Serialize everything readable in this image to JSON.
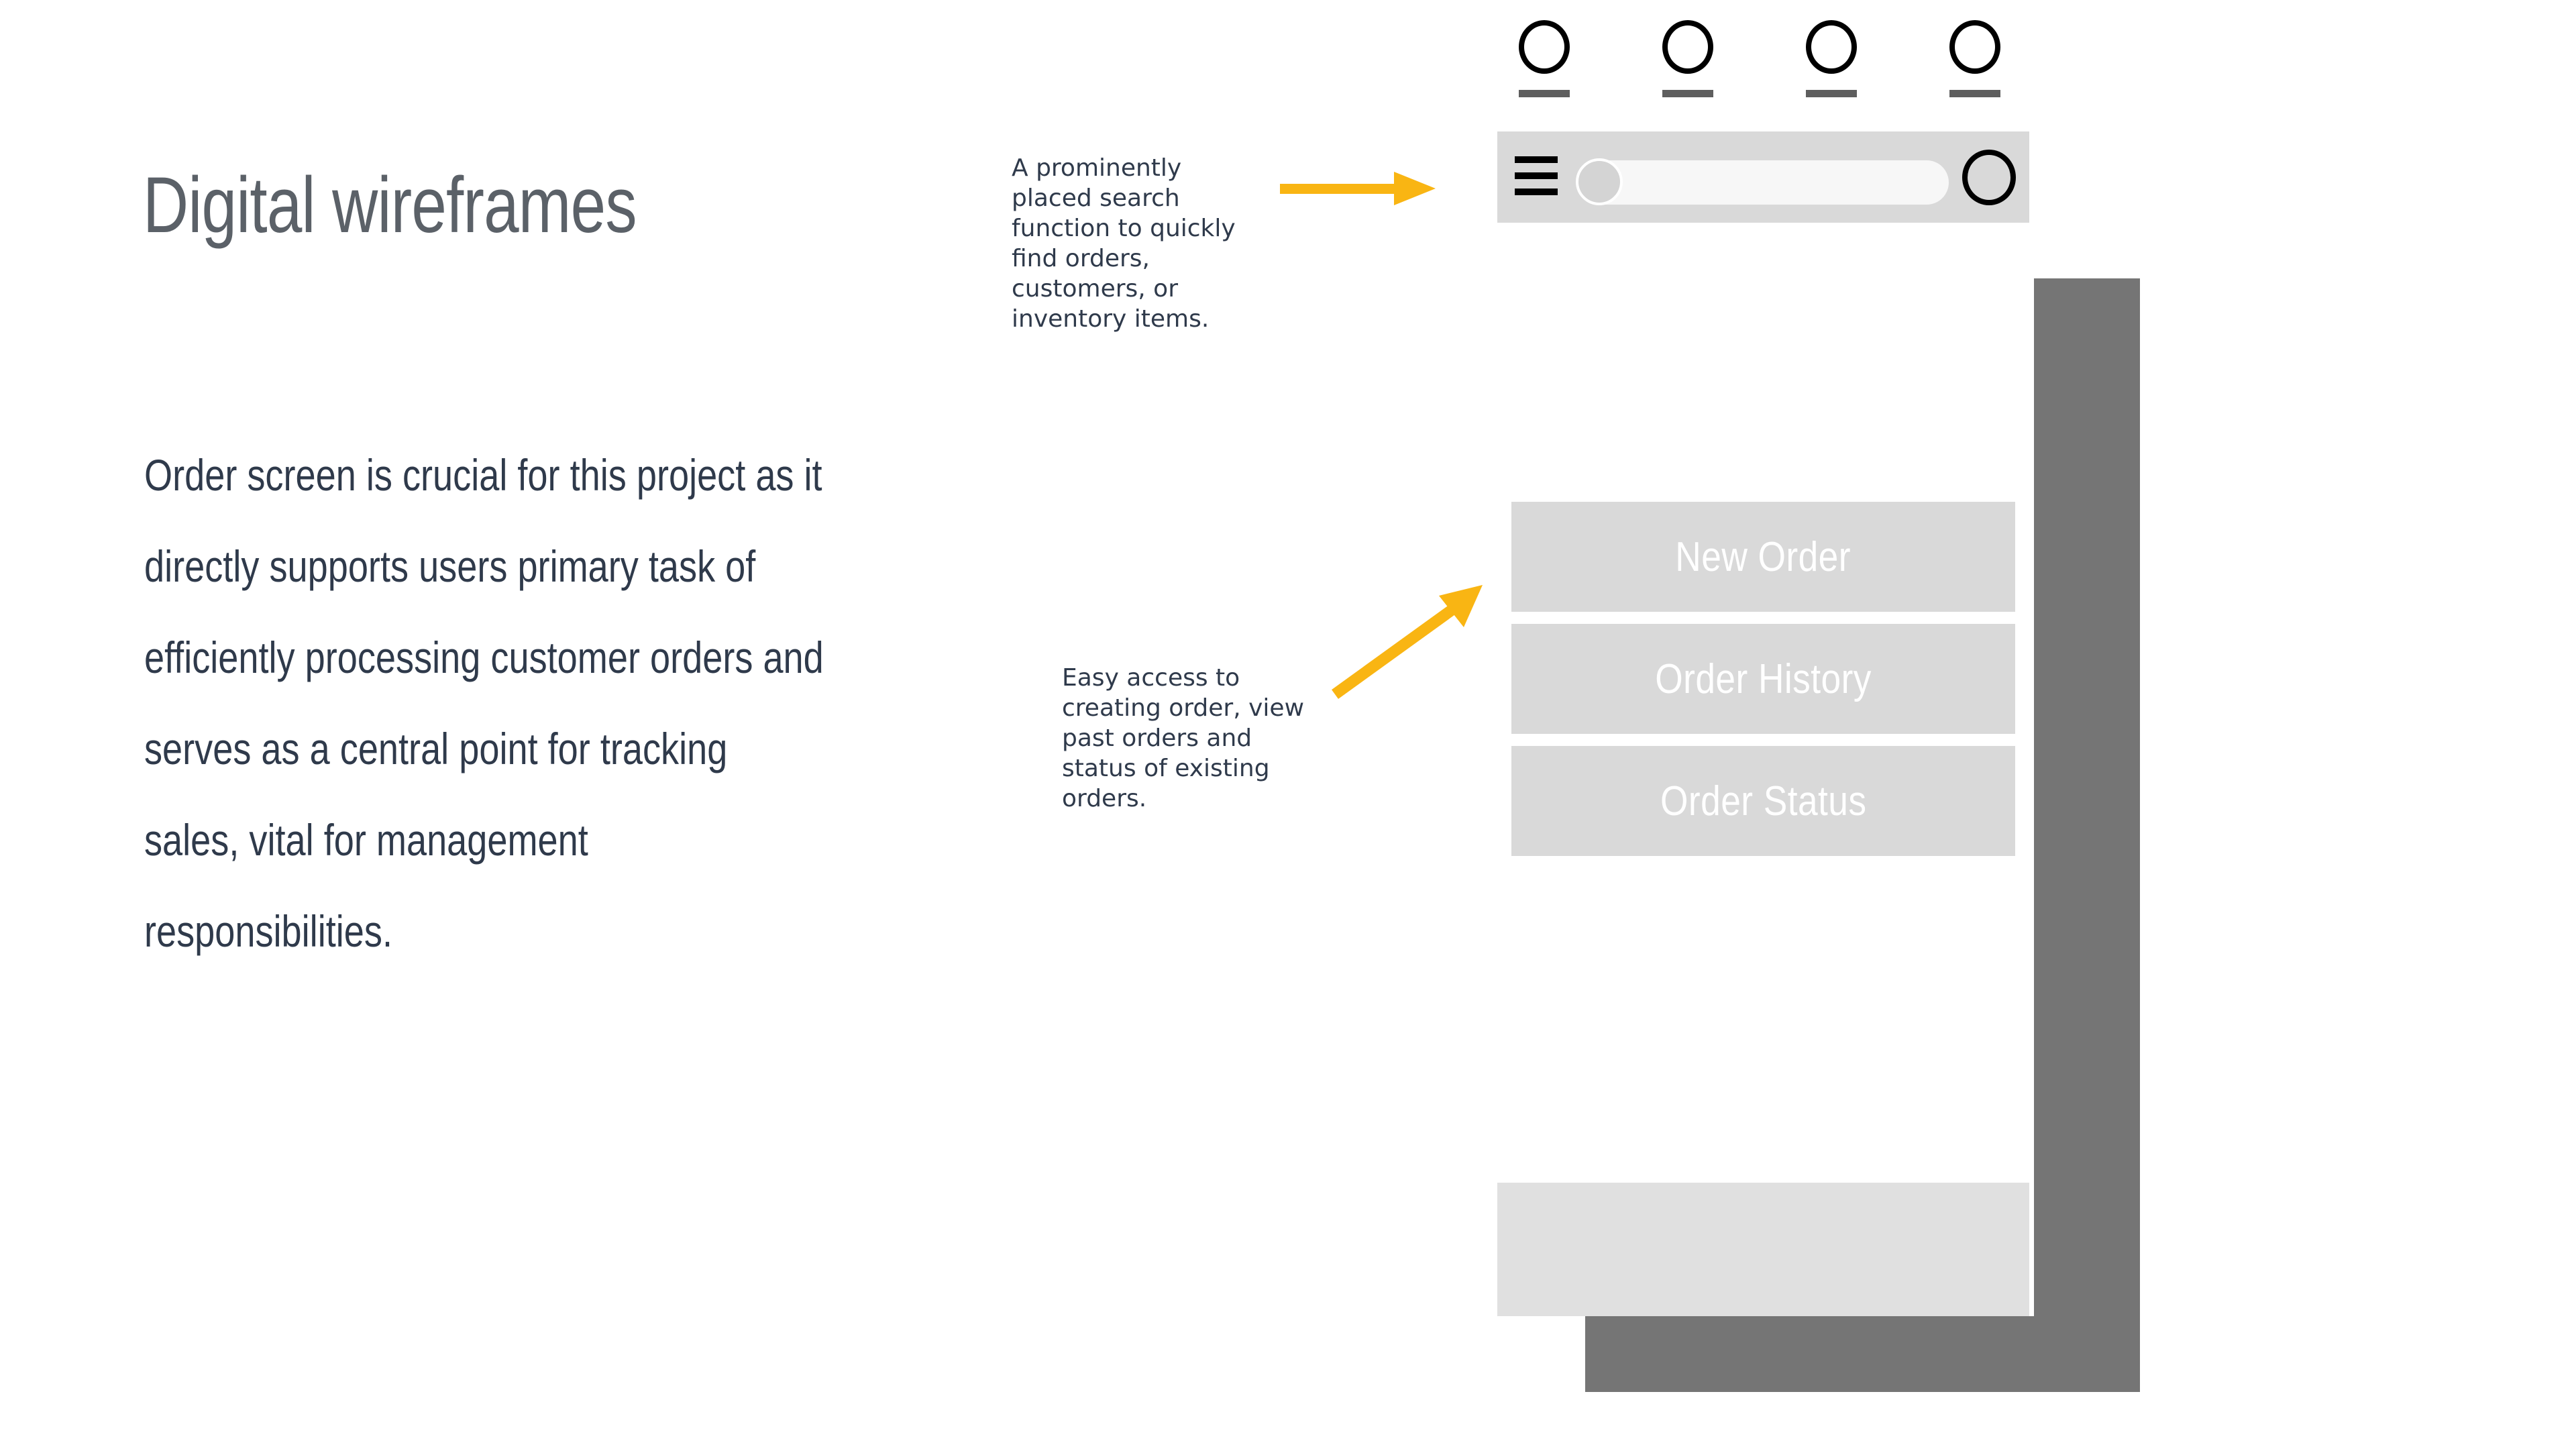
{
  "slide": {
    "title": "Digital wireframes",
    "body": "Order screen is crucial for this project as it directly supports users primary task of efficiently processing customer orders and serves as a central point for tracking sales, vital for management responsibilities."
  },
  "annotations": [
    {
      "id": "search-annotation",
      "text": "A prominently placed search function to quickly find orders, customers, or inventory items.",
      "arrow": "arrow-right-icon"
    },
    {
      "id": "orders-annotation",
      "text": "Easy access to creating order, view past orders and status of existing orders.",
      "arrow": "arrow-up-right-icon"
    }
  ],
  "wireframe": {
    "header": {
      "menu_icon": "hamburger-menu-icon",
      "search_placeholder": "",
      "search_value": "",
      "avatar_icon": "avatar-circle-icon"
    },
    "menu_buttons": [
      {
        "label": "New Order"
      },
      {
        "label": "Order History"
      },
      {
        "label": "Order Status"
      }
    ],
    "bottom_nav": [
      {
        "icon": "nav-circle-icon-1"
      },
      {
        "icon": "nav-circle-icon-2"
      },
      {
        "icon": "nav-circle-icon-3"
      },
      {
        "icon": "nav-circle-icon-4"
      }
    ]
  },
  "colors": {
    "background": "#ffffff",
    "title_text": "#5b6168",
    "body_text": "#2f3a4b",
    "annotation_text": "#2f3a4b",
    "arrow_accent": "#f9b513",
    "wireframe_light_gray": "#d9d9d9",
    "wireframe_nav_gray": "#e0e0e0",
    "wireframe_dark_gray": "#757575",
    "wireframe_outline": "#000000",
    "button_label": "#ffffff",
    "search_field": "#f7f7f7",
    "search_knob": "#d4d4d4",
    "nav_underline": "#5e5e5e"
  }
}
